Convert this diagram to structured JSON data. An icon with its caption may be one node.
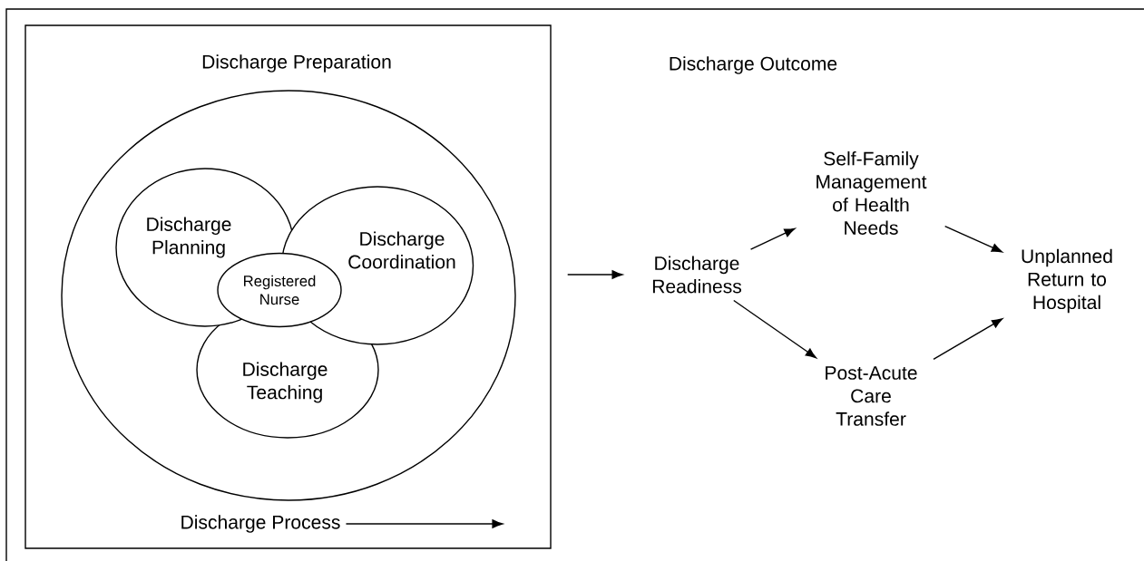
{
  "diagram": {
    "nodes": [
      {
        "text": [
          "Discharge Preparation"
        ]
      },
      {
        "text": [],
        "shape": "circle",
        "in": 0
      },
      {
        "text": [
          "Discharge Planning"
        ],
        "in": 1
      },
      {
        "text": [
          "Discharge Coordination"
        ],
        "in": 1
      },
      {
        "text": [
          "Registered Nurse"
        ],
        "in": 1
      },
      {
        "text": [
          "Discharge Teaching"
        ],
        "in": 1
      },
      {
        "text": [
          "Discharge Process"
        ],
        "in": 0
      },
      {
        "text": [
          "Discharge Readiness"
        ]
      },
      {
        "text": [
          "Self-Family Management of Health Needs"
        ]
      },
      {
        "text": [
          "Post-Acute Care Transfer"
        ]
      },
      {
        "text": [
          "Unplanned Return to Hospital"
        ]
      }
    ],
    "edges": [
      {
        "from": 6,
        "to": null,
        "arrow": "to"
      },
      {
        "from": 0,
        "to": 7,
        "arrow": "to"
      },
      {
        "from": 7,
        "to": 8,
        "arrow": "to"
      },
      {
        "from": 7,
        "to": 9,
        "arrow": "to"
      },
      {
        "from": 8,
        "to": 10,
        "arrow": "to"
      },
      {
        "from": 9,
        "to": 10,
        "arrow": "to"
      }
    ],
    "labels": [
      "Discharge Outcome"
    ]
  }
}
